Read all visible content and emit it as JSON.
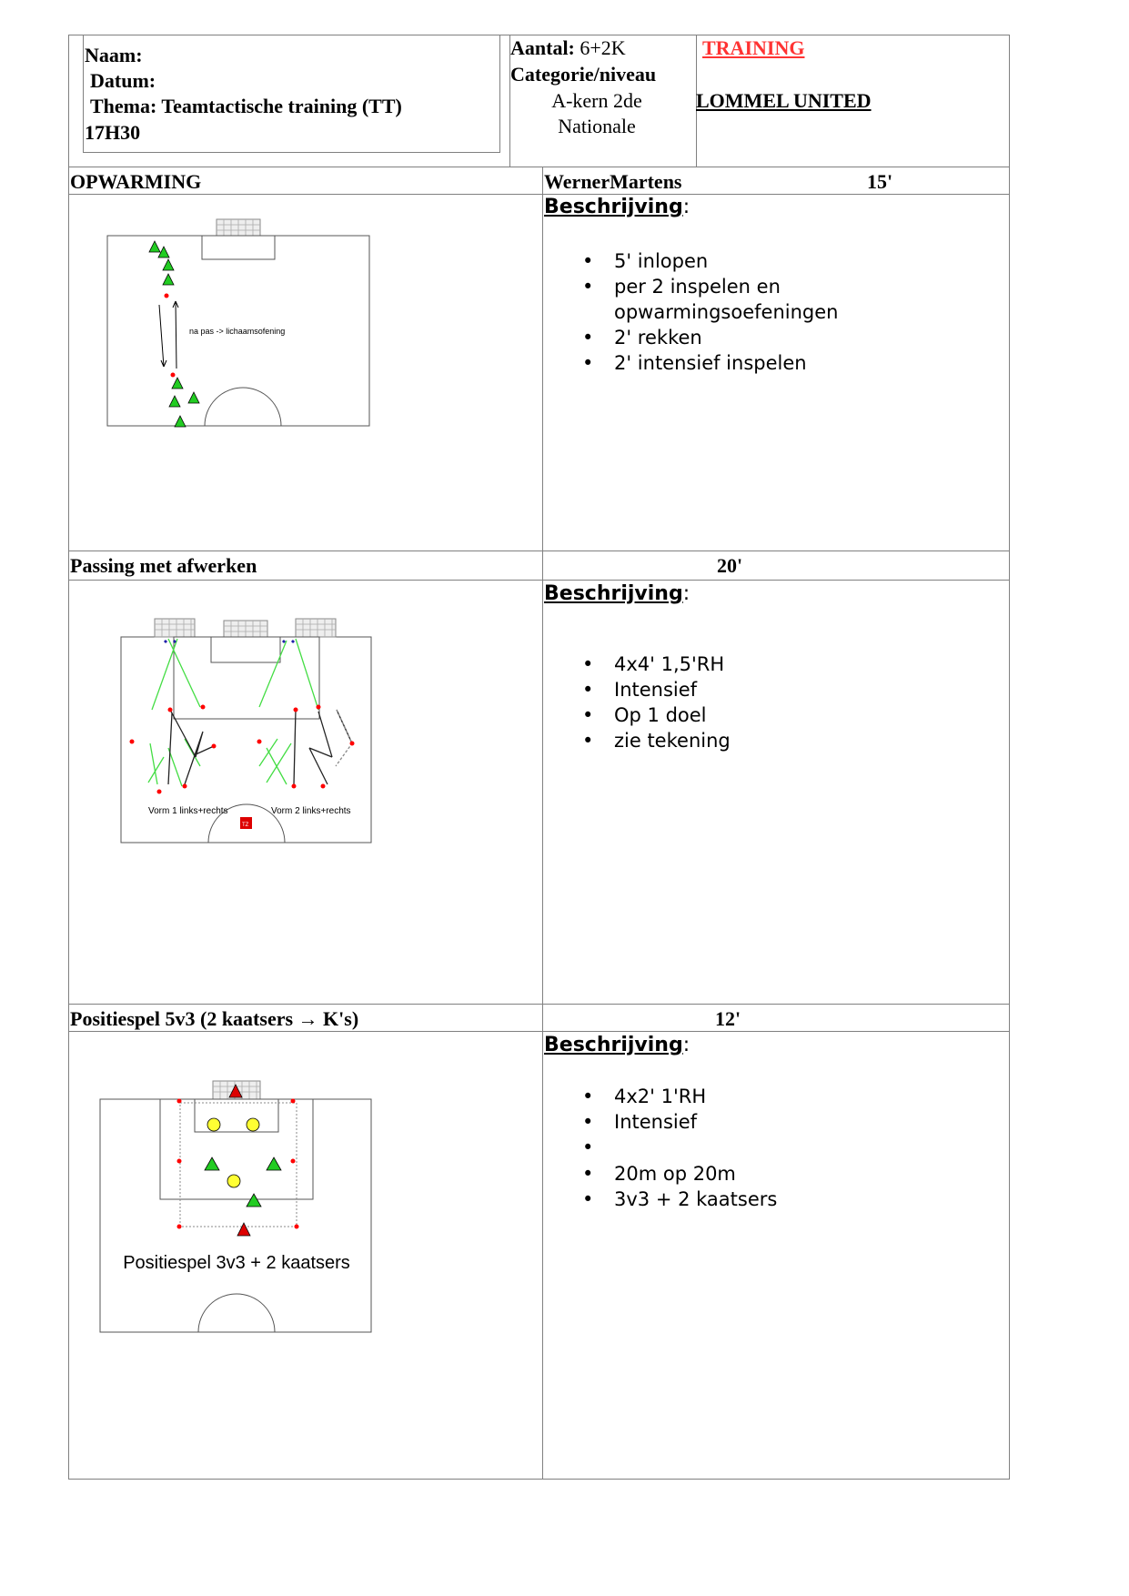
{
  "header": {
    "naam_label": "Naam:",
    "datum_label": "Datum:",
    "thema_label": "Thema: Teamtactische training (TT)",
    "time": "17H30",
    "aantal_label": "Aantal:",
    "aantal_value": "6+2K",
    "categorie_label": "Categorie/niveau",
    "categorie_value_1": "A-kern 2de",
    "categorie_value_2": "Nationale",
    "training_label": "TRAINING",
    "club_name": "LOMMEL UNITED"
  },
  "sections": [
    {
      "title": "OPWARMING",
      "trainer": "WernerMartens",
      "duration": "15'",
      "desc_label": "Beschrijving",
      "items": [
        "5' inlopen",
        "per 2 inspelen en opwarmingsoefeningen",
        "2' rekken",
        "2' intensief inspelen"
      ],
      "diagram_text": "na pas -> lichaamsofening"
    },
    {
      "title": "Passing met afwerken",
      "duration": "20'",
      "desc_label": "Beschrijving",
      "items": [
        "4x4' 1,5'RH",
        "Intensief",
        "Op 1 doel",
        "zie tekening"
      ],
      "diagram_text_left": "Vorm 1 links+rechts",
      "diagram_text_right": "Vorm 2 links+rechts",
      "diagram_marker": "TZ"
    },
    {
      "title": "Positiespel 5v3 (2 kaatsers → K's)",
      "duration": "12'",
      "desc_label": "Beschrijving",
      "items_a": [
        "4x2' 1'RH",
        "Intensief"
      ],
      "items_b": [
        "20m op 20m",
        "3v3 + 2 kaatsers"
      ],
      "diagram_text": "Positiespel 3v3 + 2 kaatsers"
    }
  ],
  "colors": {
    "training_red": "#ff3333",
    "player_green": "#22cc22",
    "ball_yellow": "#ffff33",
    "cone_red": "#ff0000"
  }
}
